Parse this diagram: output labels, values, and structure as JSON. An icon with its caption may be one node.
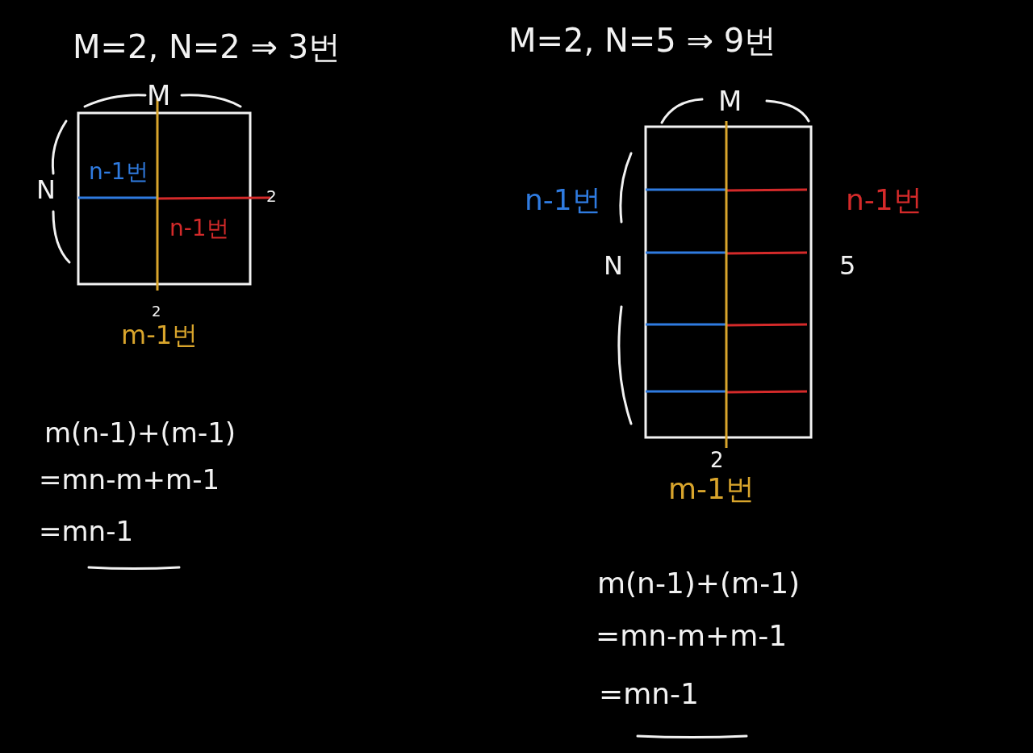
{
  "diagram": {
    "labels": [
      "M=2, N=2 ⇒ 3번",
      "M=2, N=5 ⇒ 9번",
      "M",
      "M",
      "N",
      "n-1번",
      "2",
      "n-1번",
      "n-1번",
      "n-1번",
      "N",
      "5",
      "2",
      "m-1번",
      "2",
      "m-1번",
      "m(n-1)+(m-1)",
      "=mn-m+m-1",
      "=mn-1",
      "m(n-1)+(m-1)",
      "=mn-m+m-1",
      "=mn-1"
    ]
  }
}
